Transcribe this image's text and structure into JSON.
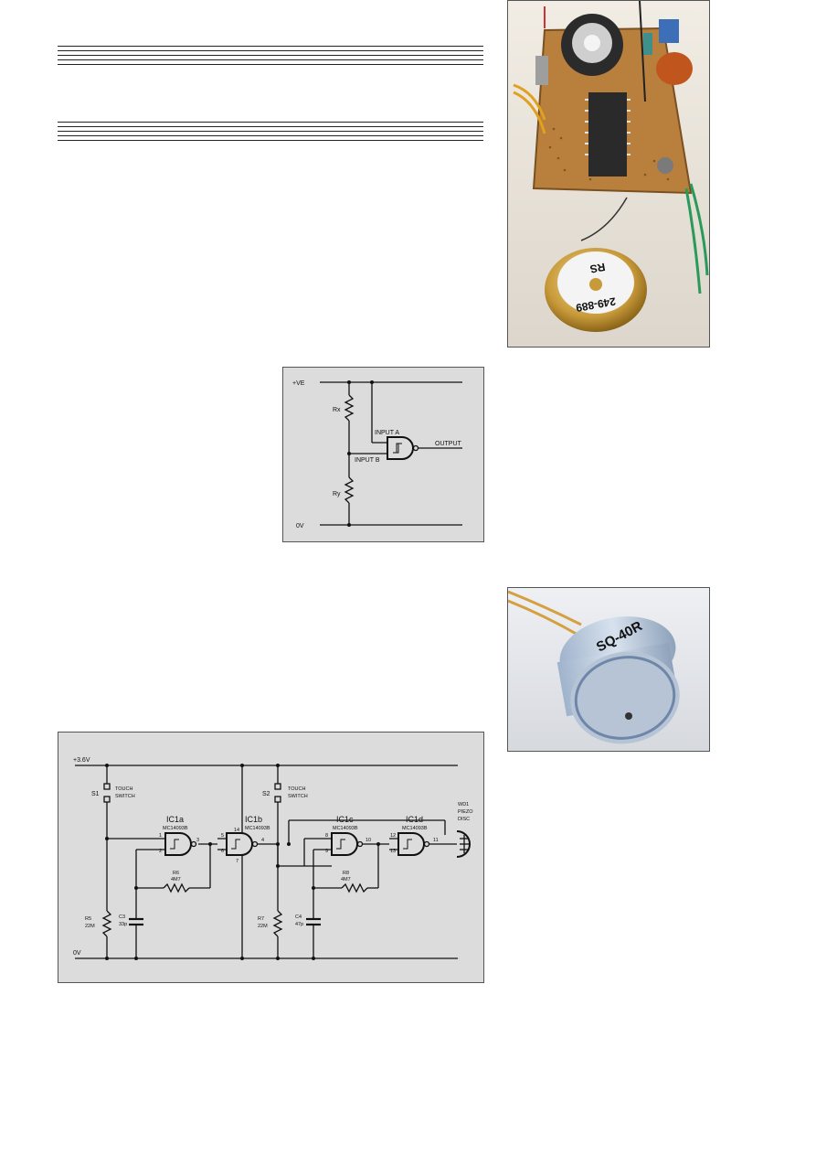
{
  "photo_board": {
    "rs_mark": "RS",
    "part_number": "249-889"
  },
  "photo_transducer": {
    "part_label": "SQ-40R"
  },
  "fig_gate": {
    "supply_label": "+VE",
    "ground_label": "0V",
    "rx_label": "Rx",
    "ry_label": "Ry",
    "input_a_label": "INPUT A",
    "input_b_label": "INPUT B",
    "output_label": "OUTPUT"
  },
  "fig_circuit": {
    "supply_label": "+3.6V",
    "ground_label": "0V",
    "s1": {
      "ref": "S1",
      "desc_line1": "TOUCH",
      "desc_line2": "SWITCH"
    },
    "s2": {
      "ref": "S2",
      "desc_line1": "TOUCH",
      "desc_line2": "SWITCH"
    },
    "ic1a": {
      "ref": "IC1a",
      "part": "MC14093B",
      "pins": [
        "1",
        "2",
        "3"
      ]
    },
    "ic1b": {
      "ref": "IC1b",
      "part": "MC14093B",
      "pins": [
        "5",
        "6",
        "4",
        "14",
        "7"
      ]
    },
    "ic1c": {
      "ref": "IC1c",
      "part": "MC14093B",
      "pins": [
        "8",
        "9",
        "10"
      ]
    },
    "ic1d": {
      "ref": "IC1d",
      "part": "MC14093B",
      "pins": [
        "12",
        "13",
        "11"
      ]
    },
    "r5": {
      "ref": "R5",
      "value": "22M"
    },
    "r6": {
      "ref": "R6",
      "value": "4M7"
    },
    "r7": {
      "ref": "R7",
      "value": "22M"
    },
    "r8": {
      "ref": "R8",
      "value": "4M7"
    },
    "c3": {
      "ref": "C3",
      "value": "33p"
    },
    "c4": {
      "ref": "C4",
      "value": "47p"
    },
    "wd1": {
      "line1": "WD1",
      "line2": "PIEZO",
      "line3": "DISC"
    }
  }
}
